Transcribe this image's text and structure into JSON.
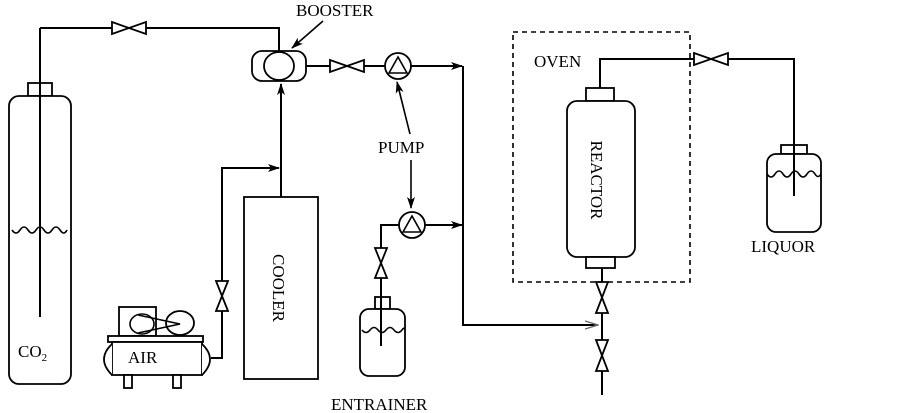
{
  "diagram": {
    "title": "Supercritical CO2 extraction apparatus flow diagram",
    "labels": {
      "co2_main": "CO",
      "co2_sub": "2",
      "air": "AIR",
      "cooler": "COOLER",
      "booster": "BOOSTER",
      "pump": "PUMP",
      "entrainer": "ENTRAINER",
      "oven": "OVEN",
      "reactor": "REACTOR",
      "liquor": "LIQUOR"
    },
    "components": [
      {
        "id": "co2-cylinder",
        "type": "gas-cylinder",
        "label": "CO2"
      },
      {
        "id": "air-compressor",
        "type": "compressor",
        "label": "AIR"
      },
      {
        "id": "cooler",
        "type": "heat-exchanger",
        "label": "COOLER"
      },
      {
        "id": "booster",
        "type": "booster-pump",
        "label": "BOOSTER"
      },
      {
        "id": "pump-co2",
        "type": "pump",
        "label": "PUMP"
      },
      {
        "id": "pump-entrainer",
        "type": "pump",
        "label": "PUMP"
      },
      {
        "id": "entrainer-vessel",
        "type": "vessel",
        "label": "ENTRAINER"
      },
      {
        "id": "oven",
        "type": "enclosure",
        "label": "OVEN"
      },
      {
        "id": "reactor",
        "type": "reactor",
        "label": "REACTOR"
      },
      {
        "id": "liquor-vessel",
        "type": "vessel",
        "label": "LIQUOR"
      }
    ],
    "valves": [
      {
        "id": "valve-co2-line"
      },
      {
        "id": "valve-air-line"
      },
      {
        "id": "valve-booster-outlet"
      },
      {
        "id": "valve-entrainer-line"
      },
      {
        "id": "valve-reactor-outlet"
      },
      {
        "id": "valve-reactor-bottom-1"
      },
      {
        "id": "valve-reactor-bottom-2"
      }
    ],
    "connections": [
      {
        "from": "co2-cylinder",
        "to": "booster",
        "via": "valve-co2-line"
      },
      {
        "from": "air-compressor",
        "to": "booster",
        "via": "valve-air-line"
      },
      {
        "from": "cooler",
        "to": "booster"
      },
      {
        "from": "booster",
        "to": "pump-co2",
        "via": "valve-booster-outlet"
      },
      {
        "from": "pump-co2",
        "to": "mixing-line"
      },
      {
        "from": "entrainer-vessel",
        "to": "pump-entrainer",
        "via": "valve-entrainer-line"
      },
      {
        "from": "pump-entrainer",
        "to": "mixing-line"
      },
      {
        "from": "mixing-line",
        "to": "reactor-bottom"
      },
      {
        "from": "reactor",
        "to": "liquor-vessel",
        "via": "valve-reactor-outlet"
      }
    ]
  }
}
